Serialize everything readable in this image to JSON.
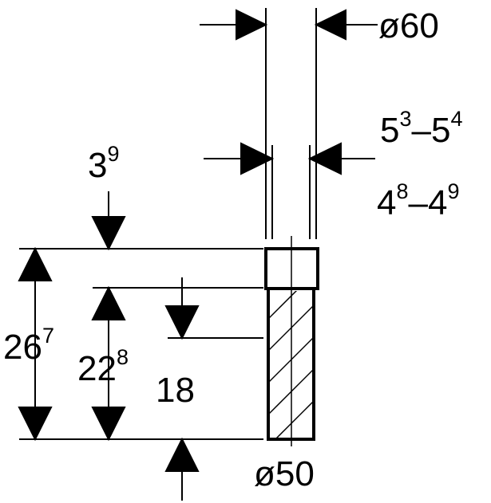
{
  "drawing": {
    "stroke_color": "#000000",
    "background": "#ffffff",
    "dims": {
      "d60": {
        "base": "ø60"
      },
      "wall_outer": {
        "base1": "5",
        "sup1": "3",
        "dash": "–",
        "base2": "5",
        "sup2": "4"
      },
      "wall_inner": {
        "base1": "4",
        "sup1": "8",
        "dash": "–",
        "base2": "4",
        "sup2": "9"
      },
      "socket": {
        "base": "3",
        "sup": "9"
      },
      "h_total": {
        "base": "26",
        "sup": "7"
      },
      "h_mid": {
        "base": "22",
        "sup": "8"
      },
      "h_insert": {
        "base": "18"
      },
      "d50": {
        "base": "ø50"
      }
    }
  }
}
